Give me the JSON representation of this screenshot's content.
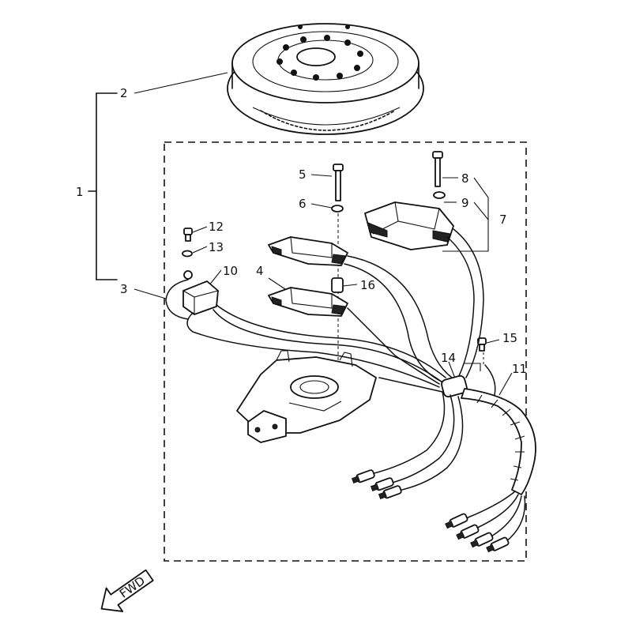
{
  "diagram": {
    "callouts": [
      {
        "id": "c1",
        "text": "1"
      },
      {
        "id": "c2",
        "text": "2"
      },
      {
        "id": "c3",
        "text": "3"
      },
      {
        "id": "c4",
        "text": "4"
      },
      {
        "id": "c5",
        "text": "5"
      },
      {
        "id": "c6",
        "text": "6"
      },
      {
        "id": "c7",
        "text": "7"
      },
      {
        "id": "c8",
        "text": "8"
      },
      {
        "id": "c9",
        "text": "9"
      },
      {
        "id": "c10",
        "text": "10"
      },
      {
        "id": "c11",
        "text": "11"
      },
      {
        "id": "c12",
        "text": "12"
      },
      {
        "id": "c13",
        "text": "13"
      },
      {
        "id": "c14",
        "text": "14"
      },
      {
        "id": "c15",
        "text": "15"
      },
      {
        "id": "c16",
        "text": "16"
      }
    ],
    "direction_label": "FWD"
  }
}
